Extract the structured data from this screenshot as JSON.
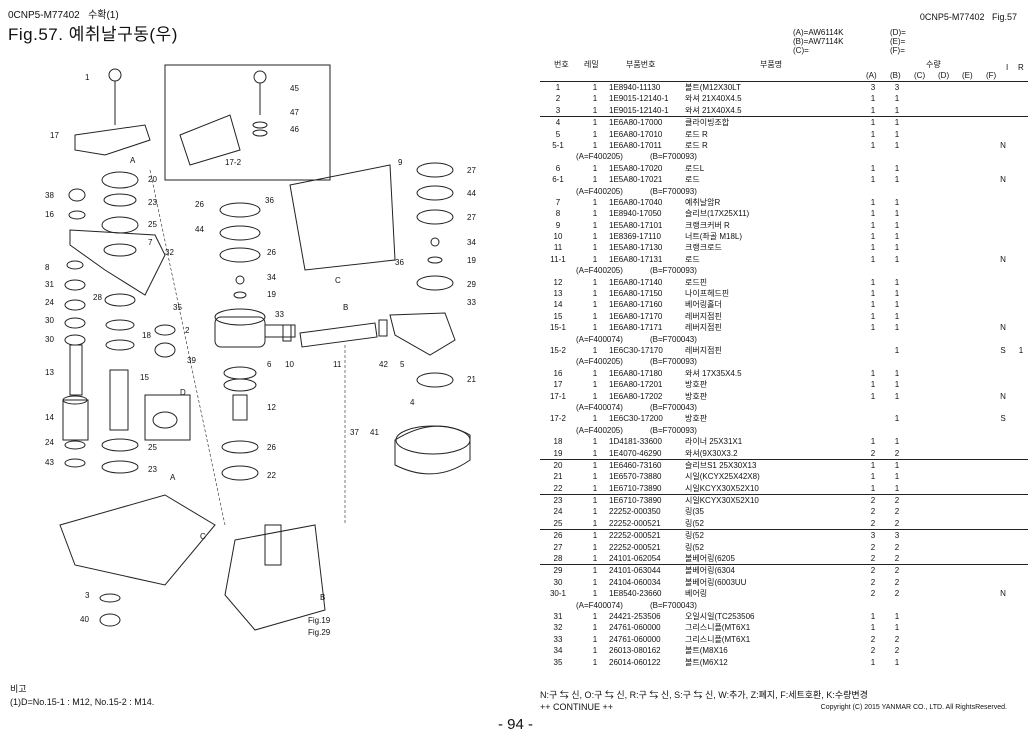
{
  "header": {
    "code": "0CNP5-M77402",
    "code_suffix": "수확(1)",
    "fig_title": "Fig.57. 예취날구동(우)",
    "right_code": "0CNP5-M77402",
    "right_fig": "Fig.57"
  },
  "variants": [
    {
      "left": "(A)=AW6114K",
      "right": "(D)="
    },
    {
      "left": "(B)=AW7114K",
      "right": "(E)="
    },
    {
      "left": "(C)=",
      "right": "(F)="
    }
  ],
  "table_headers": {
    "ref": "번호",
    "qty": "레밀",
    "part_no": "부품번호",
    "name": "부품명",
    "qty_group": "수량",
    "cols": [
      "(A)",
      "(B)",
      "(C)",
      "(D)",
      "(E)",
      "(F)"
    ],
    "i": "I",
    "r": "R"
  },
  "rows": [
    {
      "type": "part",
      "ref": "1",
      "qty": "1",
      "pno": "1E8940-11130",
      "name": "볼트(M12X30LT",
      "a": "3",
      "b": "3",
      "i": "",
      "r": ""
    },
    {
      "type": "part",
      "ref": "2",
      "qty": "1",
      "pno": "1E9015-12140-1",
      "name": "와셔 21X40X4.5",
      "a": "1",
      "b": "1",
      "i": "",
      "r": ""
    },
    {
      "type": "part",
      "ref": "3",
      "qty": "1",
      "pno": "1E9015-12140-1",
      "name": "와셔 21X40X4.5",
      "a": "1",
      "b": "1",
      "i": "",
      "r": "",
      "ul": true
    },
    {
      "type": "part",
      "ref": "4",
      "qty": "1",
      "pno": "1E6A80-17000",
      "name": "클라이빙조합",
      "a": "1",
      "b": "1",
      "i": "",
      "r": ""
    },
    {
      "type": "part",
      "ref": "5",
      "qty": "1",
      "pno": "1E6A80-17010",
      "name": "로드 R",
      "a": "1",
      "b": "1",
      "i": "",
      "r": ""
    },
    {
      "type": "part",
      "ref": "5-1",
      "qty": "1",
      "pno": "1E6A80-17011",
      "name": "로드 R",
      "a": "1",
      "b": "1",
      "i": "N",
      "r": ""
    },
    {
      "type": "sec",
      "a": "(A=F400205)",
      "b": "(B=F700093)"
    },
    {
      "type": "part",
      "ref": "6",
      "qty": "1",
      "pno": "1E5A80-17020",
      "name": "로드L",
      "a": "1",
      "b": "1",
      "i": "",
      "r": ""
    },
    {
      "type": "part",
      "ref": "6-1",
      "qty": "1",
      "pno": "1E5A80-17021",
      "name": "로드",
      "a": "1",
      "b": "1",
      "i": "N",
      "r": ""
    },
    {
      "type": "sec",
      "a": "(A=F400205)",
      "b": "(B=F700093)"
    },
    {
      "type": "part",
      "ref": "7",
      "qty": "1",
      "pno": "1E6A80-17040",
      "name": "예취날암R",
      "a": "1",
      "b": "1",
      "i": "",
      "r": ""
    },
    {
      "type": "part",
      "ref": "8",
      "qty": "1",
      "pno": "1E8940-17050",
      "name": "슬리브(17X25X11)",
      "a": "1",
      "b": "1",
      "i": "",
      "r": ""
    },
    {
      "type": "part",
      "ref": "9",
      "qty": "1",
      "pno": "1E5A80-17101",
      "name": "크랭크커버 R",
      "a": "1",
      "b": "1",
      "i": "",
      "r": ""
    },
    {
      "type": "part",
      "ref": "10",
      "qty": "1",
      "pno": "1E8369-17110",
      "name": "너트(좌골 M18L)",
      "a": "1",
      "b": "1",
      "i": "",
      "r": ""
    },
    {
      "type": "part",
      "ref": "11",
      "qty": "1",
      "pno": "1E5A80-17130",
      "name": "크랭크로드",
      "a": "1",
      "b": "1",
      "i": "",
      "r": ""
    },
    {
      "type": "part",
      "ref": "11-1",
      "qty": "1",
      "pno": "1E6A80-17131",
      "name": "로드",
      "a": "1",
      "b": "1",
      "i": "N",
      "r": ""
    },
    {
      "type": "sec",
      "a": "(A=F400205)",
      "b": "(B=F700093)"
    },
    {
      "type": "part",
      "ref": "12",
      "qty": "1",
      "pno": "1E6A80-17140",
      "name": "로드핀",
      "a": "1",
      "b": "1",
      "i": "",
      "r": ""
    },
    {
      "type": "part",
      "ref": "13",
      "qty": "1",
      "pno": "1E6A80-17150",
      "name": "나이프헤드핀",
      "a": "1",
      "b": "1",
      "i": "",
      "r": ""
    },
    {
      "type": "part",
      "ref": "14",
      "qty": "1",
      "pno": "1E6A80-17160",
      "name": "베어링홀더",
      "a": "1",
      "b": "1",
      "i": "",
      "r": ""
    },
    {
      "type": "part",
      "ref": "15",
      "qty": "1",
      "pno": "1E6A80-17170",
      "name": "레버지점핀",
      "a": "1",
      "b": "1",
      "i": "",
      "r": ""
    },
    {
      "type": "part",
      "ref": "15-1",
      "qty": "1",
      "pno": "1E6A80-17171",
      "name": "레버지점핀",
      "a": "1",
      "b": "1",
      "i": "N",
      "r": ""
    },
    {
      "type": "sec",
      "a": "(A=F400074)",
      "b": "(B=F700043)"
    },
    {
      "type": "part",
      "ref": "15-2",
      "qty": "1",
      "pno": "1E6C30-17170",
      "name": "레버지점핀",
      "a": "",
      "b": "1",
      "i": "S",
      "r": "1"
    },
    {
      "type": "sec",
      "a": "(A=F400205)",
      "b": "(B=F700093)"
    },
    {
      "type": "part",
      "ref": "16",
      "qty": "1",
      "pno": "1E6A80-17180",
      "name": "와셔 17X35X4.5",
      "a": "1",
      "b": "1",
      "i": "",
      "r": ""
    },
    {
      "type": "part",
      "ref": "17",
      "qty": "1",
      "pno": "1E6A80-17201",
      "name": "방호판",
      "a": "1",
      "b": "1",
      "i": "",
      "r": ""
    },
    {
      "type": "part",
      "ref": "17-1",
      "qty": "1",
      "pno": "1E6A80-17202",
      "name": "방호판",
      "a": "1",
      "b": "1",
      "i": "N",
      "r": ""
    },
    {
      "type": "sec",
      "a": "(A=F400074)",
      "b": "(B=F700043)"
    },
    {
      "type": "part",
      "ref": "17-2",
      "qty": "1",
      "pno": "1E6C30-17200",
      "name": "방호판",
      "a": "",
      "b": "1",
      "i": "S",
      "r": ""
    },
    {
      "type": "sec",
      "a": "(A=F400205)",
      "b": "(B=F700093)"
    },
    {
      "type": "part",
      "ref": "18",
      "qty": "1",
      "pno": "1D4181-33600",
      "name": "라이너 25X31X1",
      "a": "1",
      "b": "1",
      "i": "",
      "r": ""
    },
    {
      "type": "part",
      "ref": "19",
      "qty": "1",
      "pno": "1E4070-46290",
      "name": "와셔(9X30X3.2",
      "a": "2",
      "b": "2",
      "i": "",
      "r": "",
      "ul": true
    },
    {
      "type": "part",
      "ref": "20",
      "qty": "1",
      "pno": "1E6460-73160",
      "name": "슬리브S1 25X30X13",
      "a": "1",
      "b": "1",
      "i": "",
      "r": ""
    },
    {
      "type": "part",
      "ref": "21",
      "qty": "1",
      "pno": "1E6570-73880",
      "name": "시일(KCYX25X42X8)",
      "a": "1",
      "b": "1",
      "i": "",
      "r": ""
    },
    {
      "type": "part",
      "ref": "22",
      "qty": "1",
      "pno": "1E6710-73890",
      "name": "시일KCYX30X52X10",
      "a": "1",
      "b": "1",
      "i": "",
      "r": "",
      "ul": true
    },
    {
      "type": "part",
      "ref": "23",
      "qty": "1",
      "pno": "1E6710-73890",
      "name": "시일KCYX30X52X10",
      "a": "2",
      "b": "2",
      "i": "",
      "r": ""
    },
    {
      "type": "part",
      "ref": "24",
      "qty": "1",
      "pno": "22252-000350",
      "name": "링(35",
      "a": "2",
      "b": "2",
      "i": "",
      "r": ""
    },
    {
      "type": "part",
      "ref": "25",
      "qty": "1",
      "pno": "22252-000521",
      "name": "링(52",
      "a": "2",
      "b": "2",
      "i": "",
      "r": "",
      "ul": true
    },
    {
      "type": "part",
      "ref": "26",
      "qty": "1",
      "pno": "22252-000521",
      "name": "링(52",
      "a": "3",
      "b": "3",
      "i": "",
      "r": ""
    },
    {
      "type": "part",
      "ref": "27",
      "qty": "1",
      "pno": "22252-000521",
      "name": "링(52",
      "a": "2",
      "b": "2",
      "i": "",
      "r": ""
    },
    {
      "type": "part",
      "ref": "28",
      "qty": "1",
      "pno": "24101-062054",
      "name": "볼베어링(6205",
      "a": "2",
      "b": "2",
      "i": "",
      "r": "",
      "ul": true
    },
    {
      "type": "part",
      "ref": "29",
      "qty": "1",
      "pno": "24101-063044",
      "name": "볼베어링(6304",
      "a": "2",
      "b": "2",
      "i": "",
      "r": ""
    },
    {
      "type": "part",
      "ref": "30",
      "qty": "1",
      "pno": "24104-060034",
      "name": "볼베어링(6003UU",
      "a": "2",
      "b": "2",
      "i": "",
      "r": ""
    },
    {
      "type": "part",
      "ref": "30-1",
      "qty": "1",
      "pno": "1E8540-23660",
      "name": "베어링",
      "a": "2",
      "b": "2",
      "i": "N",
      "r": ""
    },
    {
      "type": "sec",
      "a": "(A=F400074)",
      "b": "(B=F700043)"
    },
    {
      "type": "part",
      "ref": "31",
      "qty": "1",
      "pno": "24421-253506",
      "name": "오일시일(TC253506",
      "a": "1",
      "b": "1",
      "i": "",
      "r": ""
    },
    {
      "type": "part",
      "ref": "32",
      "qty": "1",
      "pno": "24761-060000",
      "name": "그리스니플(MT6X1",
      "a": "1",
      "b": "1",
      "i": "",
      "r": ""
    },
    {
      "type": "part",
      "ref": "33",
      "qty": "1",
      "pno": "24761-060000",
      "name": "그리스니플(MT6X1",
      "a": "2",
      "b": "2",
      "i": "",
      "r": ""
    },
    {
      "type": "part",
      "ref": "34",
      "qty": "1",
      "pno": "26013-080162",
      "name": "볼트(M8X16",
      "a": "2",
      "b": "2",
      "i": "",
      "r": ""
    },
    {
      "type": "part",
      "ref": "35",
      "qty": "1",
      "pno": "26014-060122",
      "name": "볼트(M6X12",
      "a": "1",
      "b": "1",
      "i": "",
      "r": ""
    }
  ],
  "footer": {
    "legend": "N:구 ⇆ 신, O:구 ⇆ 신, R:구 ⇆ 신, S:구 ⇆ 신, W:추가, Z:폐지, F:세트호환, K:수량변경",
    "continue": "++ CONTINUE ++",
    "copyright": "Copyright (C) 2015 YANMAR CO., LTD. All RightsReserved."
  },
  "notes": {
    "label": "비고",
    "text": "(1)D=No.15-1 : M12, No.15-2 : M14."
  },
  "page_number": "- 94 -",
  "diagram": {
    "callouts": [
      "1",
      "17",
      "38",
      "16",
      "8",
      "31",
      "24",
      "30",
      "30",
      "13",
      "14",
      "24",
      "43",
      "3",
      "40",
      "20",
      "23",
      "25",
      "7",
      "32",
      "28",
      "35",
      "18",
      "2",
      "39",
      "15",
      "D",
      "25",
      "23",
      "26",
      "44",
      "26",
      "34",
      "19",
      "33",
      "6",
      "10",
      "11",
      "42",
      "5",
      "12",
      "26",
      "22",
      "37",
      "41",
      "36",
      "9",
      "36",
      "27",
      "44",
      "27",
      "34",
      "19",
      "29",
      "33",
      "21",
      "4",
      "45",
      "47",
      "46",
      "17-2",
      "A",
      "B",
      "C",
      "A",
      "C",
      "B",
      "Fig.19",
      "Fig.29"
    ]
  }
}
